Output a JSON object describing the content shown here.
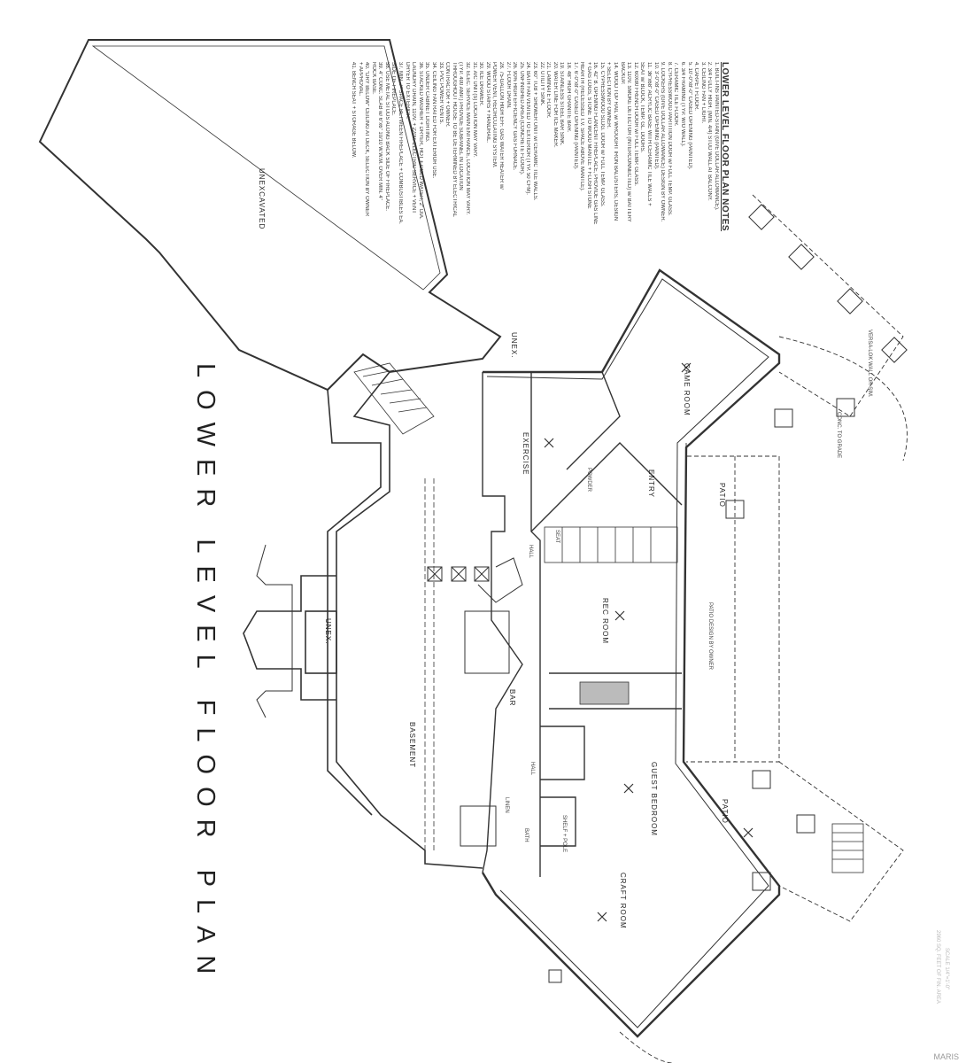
{
  "drawing": {
    "title": "LOWER LEVEL FLOOR PLAN",
    "area_note": "2960 SQ. FEET OF FIN. AREA",
    "scale_note": "SCALE 1/4\"=1'-0\"",
    "watermark": "MARIS"
  },
  "notes": {
    "title": "LOWER LEVEL FLOOR PLAN NOTES",
    "lines": [
      "1.  BUILT-INS PAINTED-STAIN (GIVE DOLLAR ALLOWANCE).",
      "2.  3/4 FULLY HIGH. (MIN. 4/4) STUD WALL AT BALCONY.",
      "3.  CEILING FAN + LIGHT.",
      "4.  CARPET FLOOR.",
      "5.  10'-0\"x8'-0\" CASED OPENING (PAINTED).",
      "6.  3/4 FRAMING (TYP. W/O WALL).",
      "7.  CERAMIC TILE FLOOR.",
      "8.  CYPRESSWOOD PARTITION DOOR w/ FULL TEMP. GLASS.",
      "9.  LOCKERS (GIVE DOLLAR ALLOWANCE) DESIGN BY OWNER.",
      "10. 3'-0\"x8'-0\" CASED OPENING (PAINTED).",
      "11. 36\"x68\" ACRYLIC BASE WITH CERAMIC TILE WALLS +",
      "     SEAT w/ BLOCK, TEMP. GL. DOORS.",
      "12. 60X80 FRENCH DOOR w/ FULL TEMP. GLASS.",
      "13. 110V. SMOKE DETECTOR (INTERCONNECTED) w/ BATTERY",
      "     BACKUP.",
      "14. WOOD TOP RAIL w/ WROUGHT IRON BALUSTERS, DESIGN",
      "     + SELECTION BY OWNER.",
      "15. CYPRESSWOOD SLDG. DOOR w/ FULL TEMP. GLASS.",
      "16. 42\" B. OPENING FLANCENT FIREPLACE, PROVIDE GAS LINE",
      "     + GAS LOGS, STONE TO WOOD MANTLE + FLUSH STONE",
      "     HEARTH (RECESSED T.V. SPACE ABOVE MANTLE).",
      "17. 6'-0\"x8'-0\" CASED OPENING (PAINTED).",
      "18. 48\" HIGH GRANITE BAR.",
      "19. STAINLESS STEEL BAR SINK.",
      "20. WATER LINE FOR ICE MAKER.",
      "21. LAMINATE FLOOR.",
      "22. UTILITY SINK.",
      "23. 60\" TUB + SHOWER UNIT w/ CERAMIC TILE WALLS.",
      "24. BATH FAN VENTED TO EXTERIOR (TYP. 50 CFM).",
      "25. UNFINISHED AREA (CONCRETE FLOOR).",
      "26. 90% HIGH EFFICIENCY GAS FURNACE.",
      "27. FLOOR DRAIN.",
      "28. 75-GALLON HIGH EFF. GAS WATER HEATER w/",
      "     POWER VENT, RECIRCULATING SYSTEM.",
      "29. WOOD STAIRS + HANDRAIL.",
      "30. ICE DRAWER.",
      "31. A/C UNIT(S) LOCATION MAY VARY.",
      "32. ELEC. SERVICE MAIN ENTRANCE, LOCATION MAY VARY.",
      "     (TYP. 400 AMP.) PROVIDE SUBPANEL IN LOCATION",
      "     THROUGHOUT HOUSE TO BE DETERMINED BY ELECTRICAL",
      "     CONTRACTOR + OWNER.",
      "33. PVC POWER VENTS.",
      "34. CEILING FAN RATED FOR EXTERIOR USE.",
      "35. UNDER CABINET LIGHTING.",
      "36. STACKED WASHER + DRYER, HOT + COLD WATER, 2\" DIA.",
      "     LAUNDRY DRAIN, 110V. + 220V. ELECTRIC SERVICE + VENT",
      "     DRYER TO EXTERIOR.",
      "37. MIN. 7\" SPACE BETWEEN FIREPLACE + COMBUSTIBLES EA.",
      "     SIDE OF FIREPLACE.",
      "38. USE METAL STUDS ALONG BACK SIDE OF FIREPLACE.",
      "39. 4\" CONC. SLAB w/ 6\"x6\" 10/10 W.W.M. OVER MIN. 4\"",
      "     ROCK BASE.",
      "40. \"DRY BELOW\" CEILING AT DECK, SELECTION BY OWNER",
      "     + APPROVAL.",
      "41. BENCH SEAT + STORAGE BELOW."
    ]
  },
  "rooms": {
    "unexcavated": "UNEXCAVATED",
    "unex_1": "UNEX.",
    "unex_2": "UNEX.",
    "game_room": "GAME ROOM",
    "exercise": "EXERCISE",
    "entry": "ENTRY",
    "rec_room": "REC ROOM",
    "bar": "BAR",
    "guest_bedroom": "GUEST BEDROOM",
    "craft_room": "CRAFT ROOM",
    "basement": "BASEMENT",
    "patio_1": "PATIO",
    "patio_2": "PATIO",
    "patio_design": "PATIO DESIGN BY OWNER",
    "hall_1": "HALL",
    "hall_2": "HALL",
    "bath": "BATH",
    "seat": "SEAT",
    "powder": "POWDER",
    "linen": "LINEN",
    "shelf_pole": "SHELF + POLE",
    "versa_lok": "VERSA-LOK WALL OR SIM.",
    "conc": "CONC. TO GRADE"
  }
}
